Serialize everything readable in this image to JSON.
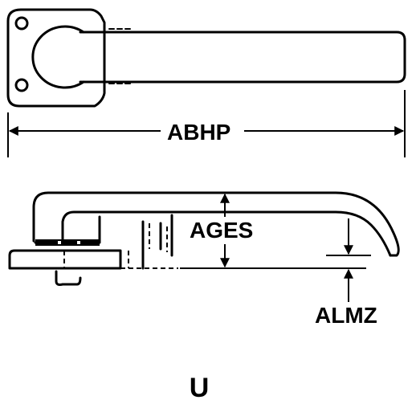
{
  "labels": {
    "length": "ABHP",
    "height": "AGES",
    "offset": "ALMZ",
    "view_letter": "U"
  },
  "colors": {
    "line": "#000000",
    "background": "#ffffff"
  }
}
